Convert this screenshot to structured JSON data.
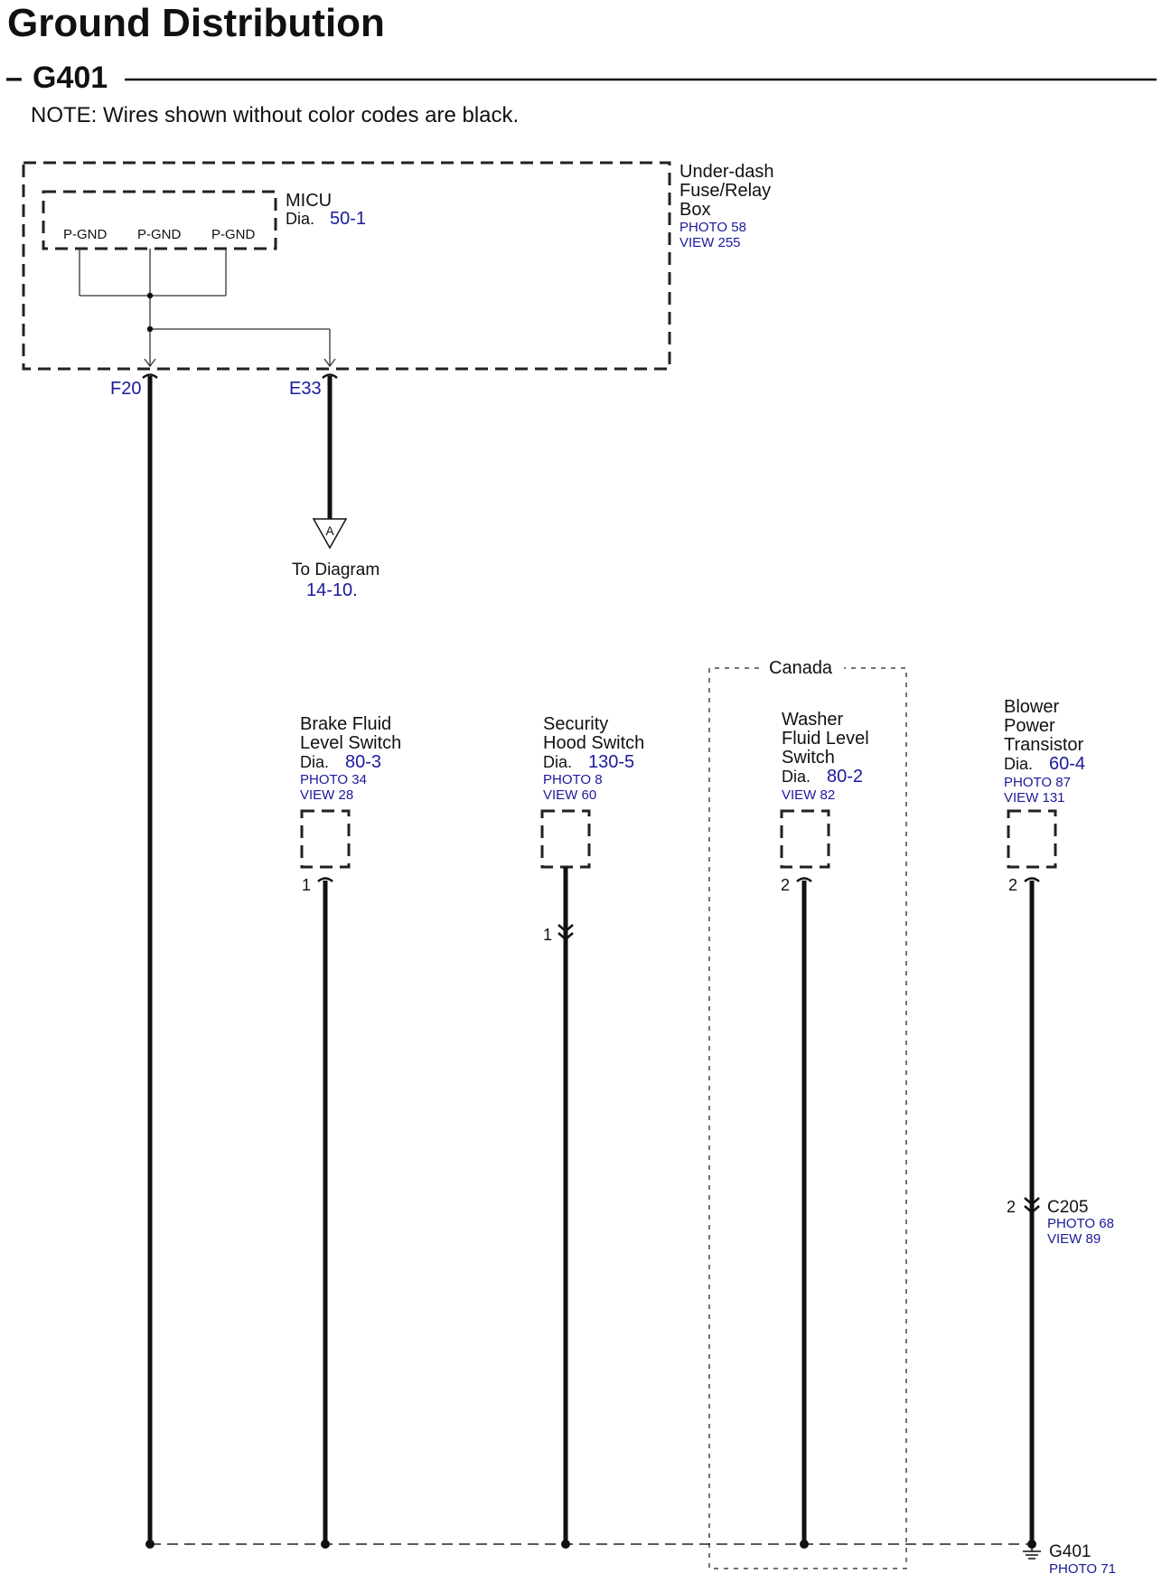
{
  "title": "Ground Distribution",
  "ground_dash": "–",
  "ground_name": "G401",
  "note": "NOTE: Wires shown without color codes are black.",
  "fusebox": {
    "line1": "Under-dash",
    "line2": "Fuse/Relay",
    "line3": "Box",
    "photo": "PHOTO 58",
    "view": "VIEW 255"
  },
  "micu": {
    "name": "MICU",
    "dia_label": "Dia.",
    "dia": "50-1",
    "pins": [
      "P-GND",
      "P-GND",
      "P-GND"
    ]
  },
  "terminals": {
    "f20": "F20",
    "e33": "E33"
  },
  "connector_a": {
    "letter": "A",
    "to_label": "To Diagram",
    "to_ref": "14-10."
  },
  "canada_label": "Canada",
  "components": [
    {
      "line1": "Brake Fluid",
      "line2": "Level Switch",
      "dia_label": "Dia.",
      "dia": "80-3",
      "photo": "PHOTO 34",
      "view": "VIEW 28",
      "pin": "1"
    },
    {
      "line1": "Security",
      "line2": "Hood Switch",
      "dia_label": "Dia.",
      "dia": "130-5",
      "photo": "PHOTO 8",
      "view": "VIEW 60",
      "pin": "1"
    },
    {
      "line1": "Washer",
      "line2": "Fluid Level",
      "line3": "Switch",
      "dia_label": "Dia.",
      "dia": "80-2",
      "view": "VIEW 82",
      "pin": "2"
    },
    {
      "line1": "Blower",
      "line2": "Power",
      "line3": "Transistor",
      "dia_label": "Dia.",
      "dia": "60-4",
      "photo": "PHOTO 87",
      "view": "VIEW 131",
      "pin": "2"
    }
  ],
  "inline_connector_security": {
    "pin": "1"
  },
  "c205": {
    "pin": "2",
    "name": "C205",
    "photo": "PHOTO 68",
    "view": "VIEW 89"
  },
  "ground_point": {
    "name": "G401",
    "photo": "PHOTO 71"
  }
}
